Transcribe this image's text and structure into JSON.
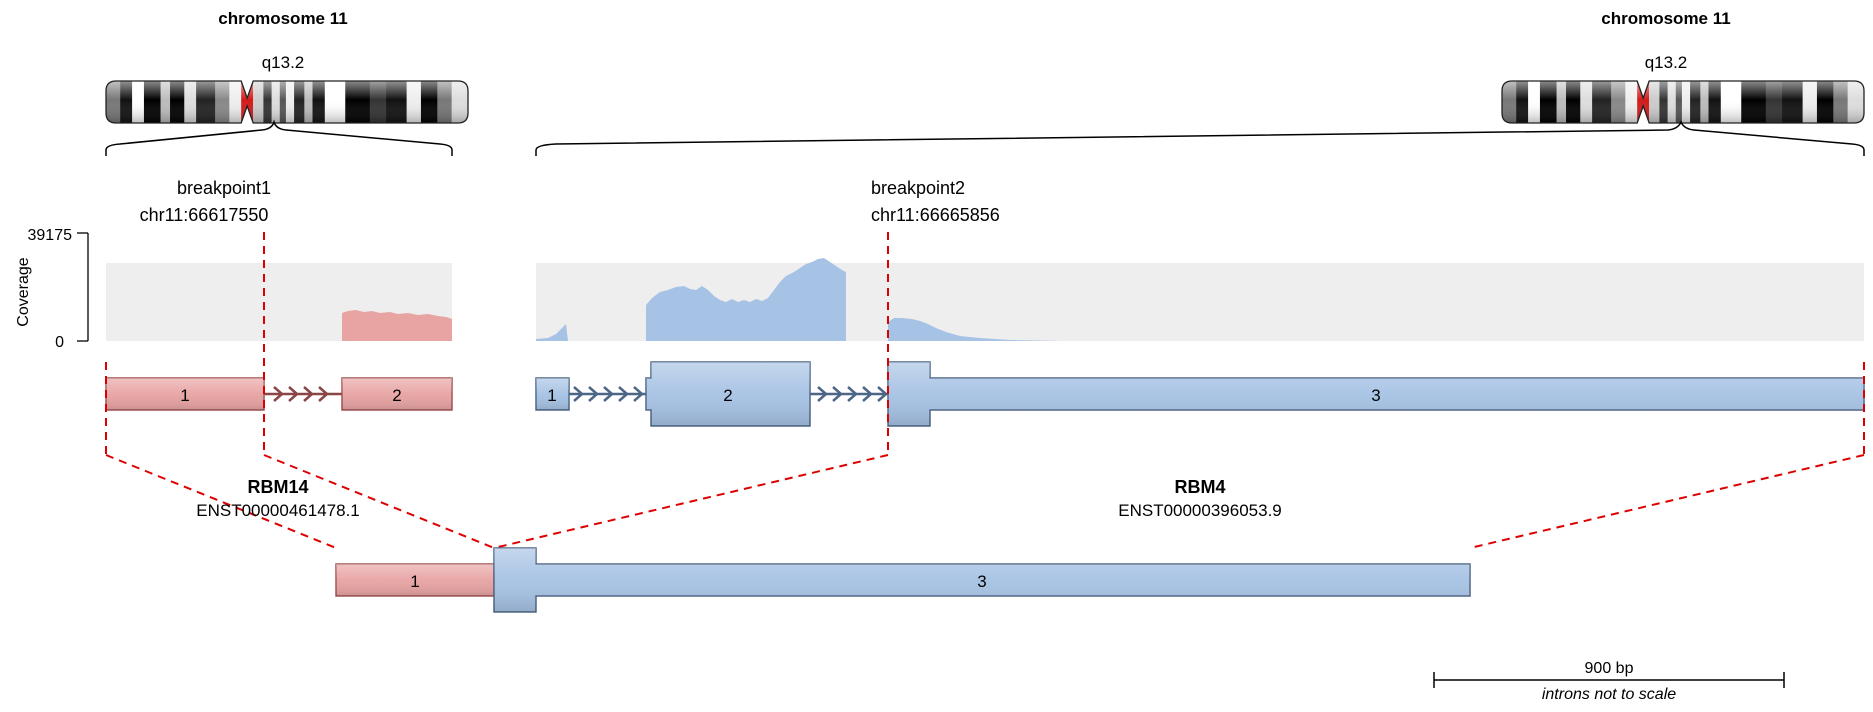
{
  "colors": {
    "gene_a": "#e8a3a3",
    "gene_a_stroke": "#a05252",
    "gene_a_intron": "#8a4545",
    "gene_b": "#a6c2e4",
    "gene_b_stroke": "#4d6686",
    "gene_b_intron": "#4d6686",
    "coverage_bg": "#eeeeee",
    "breakpoint": "#dd0000",
    "centromere": "#d11a1a"
  },
  "left": {
    "chromosome_label": "chromosome 11",
    "band_label": "q13.2",
    "breakpoint_label": "breakpoint1",
    "breakpoint_coord": "chr11:66617550",
    "gene_name": "RBM14",
    "transcript_id": "ENST00000461478.1",
    "exons": [
      {
        "label": "1"
      },
      {
        "label": "2"
      }
    ]
  },
  "right": {
    "chromosome_label": "chromosome 11",
    "band_label": "q13.2",
    "breakpoint_label": "breakpoint2",
    "breakpoint_coord": "chr11:66665856",
    "gene_name": "RBM4",
    "transcript_id": "ENST00000396053.9",
    "exons": [
      {
        "label": "1"
      },
      {
        "label": "2"
      },
      {
        "label": "3"
      }
    ]
  },
  "coverage": {
    "axis_label": "Coverage",
    "max_label": "39175",
    "min_label": "0",
    "max_value": 39175
  },
  "fusion": {
    "exons": [
      {
        "label": "1"
      },
      {
        "label": "3"
      }
    ]
  },
  "scale_bar": {
    "label": "900 bp",
    "note": "introns not to scale"
  }
}
